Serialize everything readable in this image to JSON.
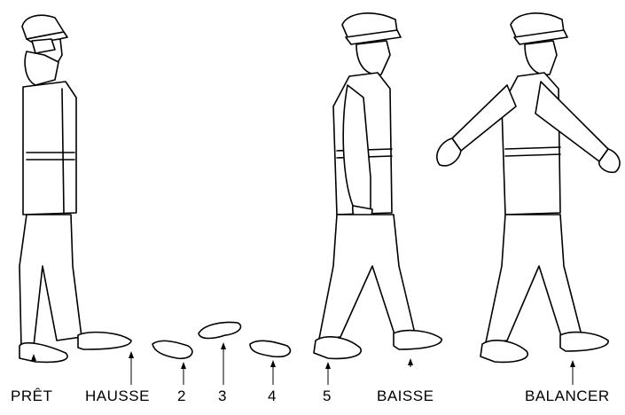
{
  "diagram": {
    "labels": {
      "pret": "PRÊT",
      "hausse": "HAUSSE",
      "step2": "2",
      "step3": "3",
      "step4": "4",
      "step5": "5",
      "baisse": "BAISSE",
      "balancer": "BALANCER"
    },
    "colors": {
      "line": "#000000",
      "background": "#ffffff"
    }
  }
}
